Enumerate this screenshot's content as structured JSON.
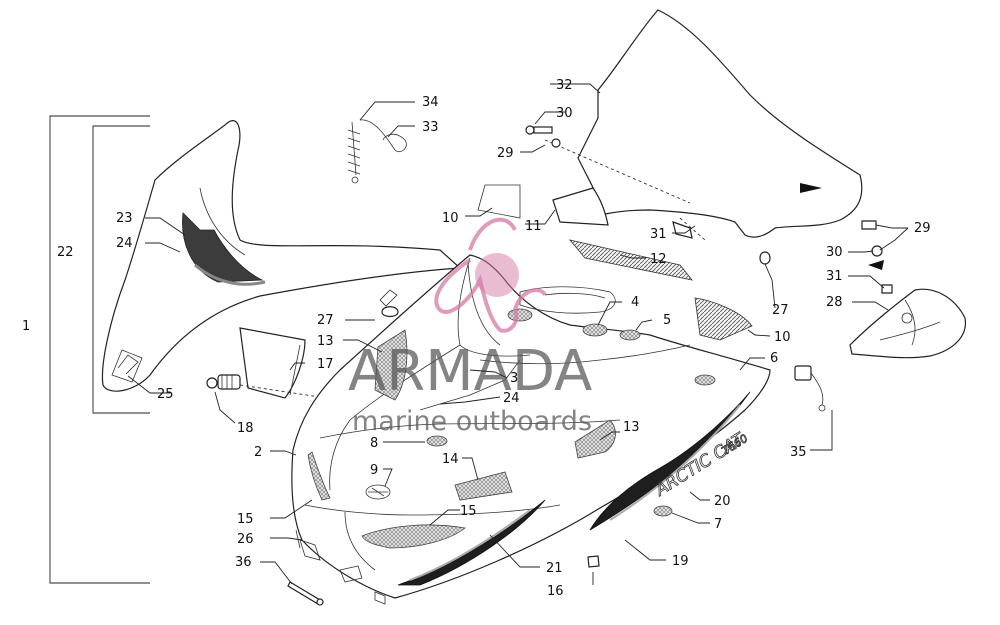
{
  "callouts": [
    {
      "id": "c1",
      "text": "1"
    },
    {
      "id": "c22",
      "text": "22"
    },
    {
      "id": "c23",
      "text": "23"
    },
    {
      "id": "c24a",
      "text": "24"
    },
    {
      "id": "c25",
      "text": "25"
    },
    {
      "id": "c34",
      "text": "34"
    },
    {
      "id": "c33",
      "text": "33"
    },
    {
      "id": "c27a",
      "text": "27"
    },
    {
      "id": "c13a",
      "text": "13"
    },
    {
      "id": "c17",
      "text": "17"
    },
    {
      "id": "c18",
      "text": "18"
    },
    {
      "id": "c2",
      "text": "2"
    },
    {
      "id": "c10a",
      "text": "10"
    },
    {
      "id": "c11",
      "text": "11"
    },
    {
      "id": "c32",
      "text": "32"
    },
    {
      "id": "c30a",
      "text": "30"
    },
    {
      "id": "c29a",
      "text": "29"
    },
    {
      "id": "c31a",
      "text": "31"
    },
    {
      "id": "c12",
      "text": "12"
    },
    {
      "id": "c4",
      "text": "4"
    },
    {
      "id": "c5",
      "text": "5"
    },
    {
      "id": "c27b",
      "text": "27"
    },
    {
      "id": "c10b",
      "text": "10"
    },
    {
      "id": "c29b",
      "text": "29"
    },
    {
      "id": "c30b",
      "text": "30"
    },
    {
      "id": "c31b",
      "text": "31"
    },
    {
      "id": "c28",
      "text": "28"
    },
    {
      "id": "c6",
      "text": "6"
    },
    {
      "id": "c3",
      "text": "3"
    },
    {
      "id": "c24b",
      "text": "24"
    },
    {
      "id": "c8",
      "text": "8"
    },
    {
      "id": "c13b",
      "text": "13"
    },
    {
      "id": "c9",
      "text": "9"
    },
    {
      "id": "c14",
      "text": "14"
    },
    {
      "id": "c35",
      "text": "35"
    },
    {
      "id": "c15a",
      "text": "15"
    },
    {
      "id": "c15b",
      "text": "15"
    },
    {
      "id": "c20",
      "text": "20"
    },
    {
      "id": "c26",
      "text": "26"
    },
    {
      "id": "c7",
      "text": "7"
    },
    {
      "id": "c36",
      "text": "36"
    },
    {
      "id": "c21",
      "text": "21"
    },
    {
      "id": "c19",
      "text": "19"
    },
    {
      "id": "c16",
      "text": "16"
    }
  ],
  "decals": {
    "brand": "ARCTIC CAT",
    "model": "T660"
  },
  "watermark": {
    "title": "ARMADA",
    "subtitle": "marine outboards",
    "logo_color": "#d47aa6"
  },
  "colors": {
    "ink": "#222222",
    "background": "#ffffff"
  }
}
